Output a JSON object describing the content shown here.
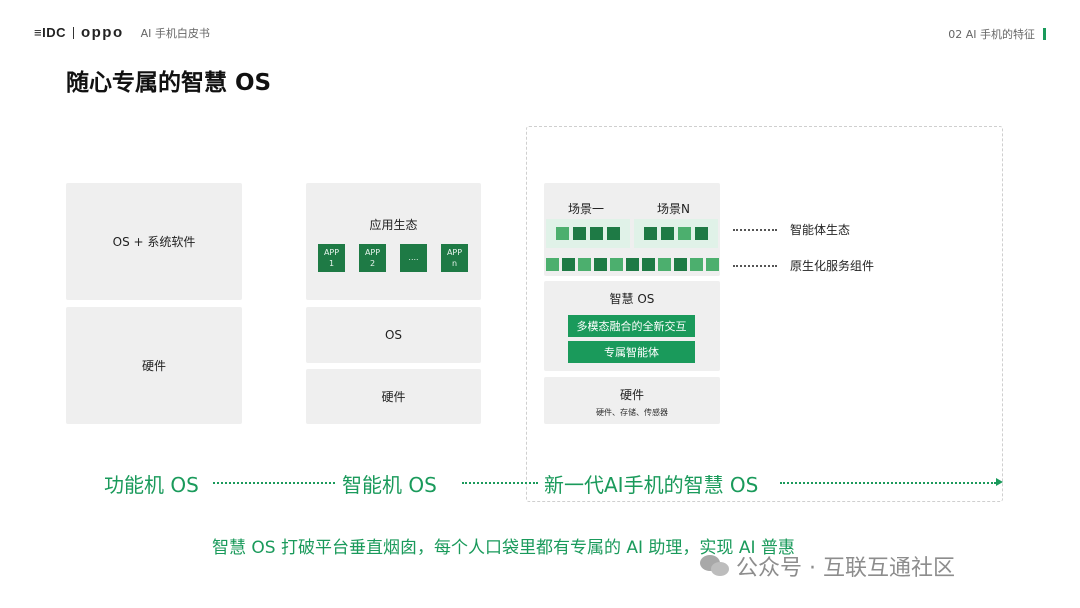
{
  "header": {
    "brand_idc": "≡IDC",
    "brand_oppo": "oppo",
    "doc_title": "AI 手机白皮书",
    "section": "02 AI 手机的特征"
  },
  "page_title": "随心专属的智慧 OS",
  "col1": {
    "top_label": "OS + 系统软件",
    "bottom_label": "硬件"
  },
  "col2": {
    "eco_title": "应用生态",
    "apps": [
      {
        "line1": "APP",
        "line2": "1"
      },
      {
        "line1": "APP",
        "line2": "2"
      },
      {
        "line1": "....",
        "line2": ""
      },
      {
        "line1": "APP",
        "line2": "n"
      }
    ],
    "os_label": "OS",
    "hw_label": "硬件"
  },
  "col3": {
    "scene1": "场景一",
    "scene_n": "场景N",
    "agent_eco": "智能体生态",
    "native_service": "原生化服务组件",
    "os_title": "智慧 OS",
    "multimodal": "多模态融合的全新交互",
    "exclusive_agent": "专属智能体",
    "hw_title": "硬件",
    "hw_sub": "硬件、存储、传感器"
  },
  "evolution": {
    "stage1": "功能机 OS",
    "stage2": "智能机 OS",
    "stage3": "新一代AI手机的智慧 OS"
  },
  "slogan": "智慧 OS 打破平台垂直烟囱，每个人口袋里都有专属的 AI 助理，实现 AI 普惠",
  "watermark": {
    "icon": "wechat-icon",
    "text": "公众号 · 互联互通社区"
  },
  "colors": {
    "accent_green": "#1a9a5b",
    "dark_green": "#1e7a45",
    "light_green": "#4caf6e",
    "panel_grey": "#efefef"
  }
}
